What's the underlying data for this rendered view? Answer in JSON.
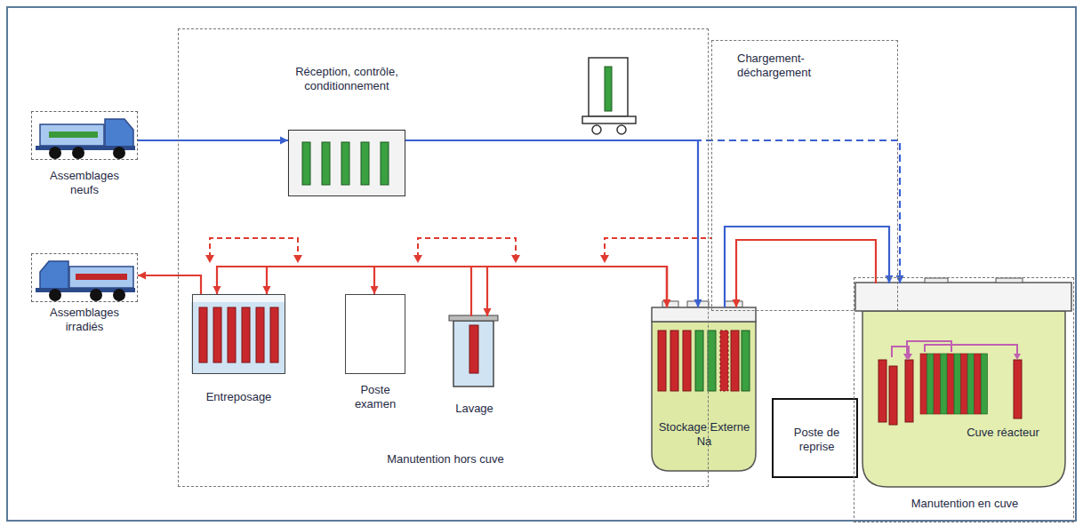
{
  "diagram": {
    "nodes": [
      {
        "text": [
          "Assemblages neufs"
        ]
      },
      {
        "text": [
          "Assemblages irradiés"
        ]
      },
      {
        "text": [
          "Manutention hors cuve"
        ]
      },
      {
        "text": [
          "Réception, contrôle, conditionnement"
        ],
        "in": 2
      },
      {
        "text": [
          "Entreposage"
        ],
        "in": 2
      },
      {
        "text": [
          "Poste examen"
        ],
        "in": 2
      },
      {
        "text": [
          "Lavage"
        ],
        "in": 2
      },
      {
        "text": [
          "Stockage Externe Na"
        ],
        "in": 2
      },
      {
        "text": [
          "Chargement-déchargement"
        ]
      },
      {
        "text": [
          "Poste de reprise"
        ]
      },
      {
        "text": [
          "Manutention en cuve"
        ]
      },
      {
        "text": [
          "Cuve réacteur"
        ],
        "in": 10
      }
    ],
    "edges": [
      {
        "from": 0,
        "to": 3,
        "arrow": "to"
      },
      {
        "from": 3,
        "to": 7,
        "arrow": "to"
      },
      {
        "from": 3,
        "to": 11,
        "arrow": "to"
      },
      {
        "from": 7,
        "to": 11,
        "arrow": "to"
      },
      {
        "from": 11,
        "to": 7,
        "arrow": "to"
      },
      {
        "from": 7,
        "to": 6,
        "arrow": "to"
      },
      {
        "from": 6,
        "to": 4,
        "arrow": "to"
      },
      {
        "from": 7,
        "to": 5,
        "arrow": "both"
      },
      {
        "from": 7,
        "to": 4,
        "arrow": "to"
      },
      {
        "from": 4,
        "to": 1,
        "arrow": "to"
      }
    ]
  }
}
